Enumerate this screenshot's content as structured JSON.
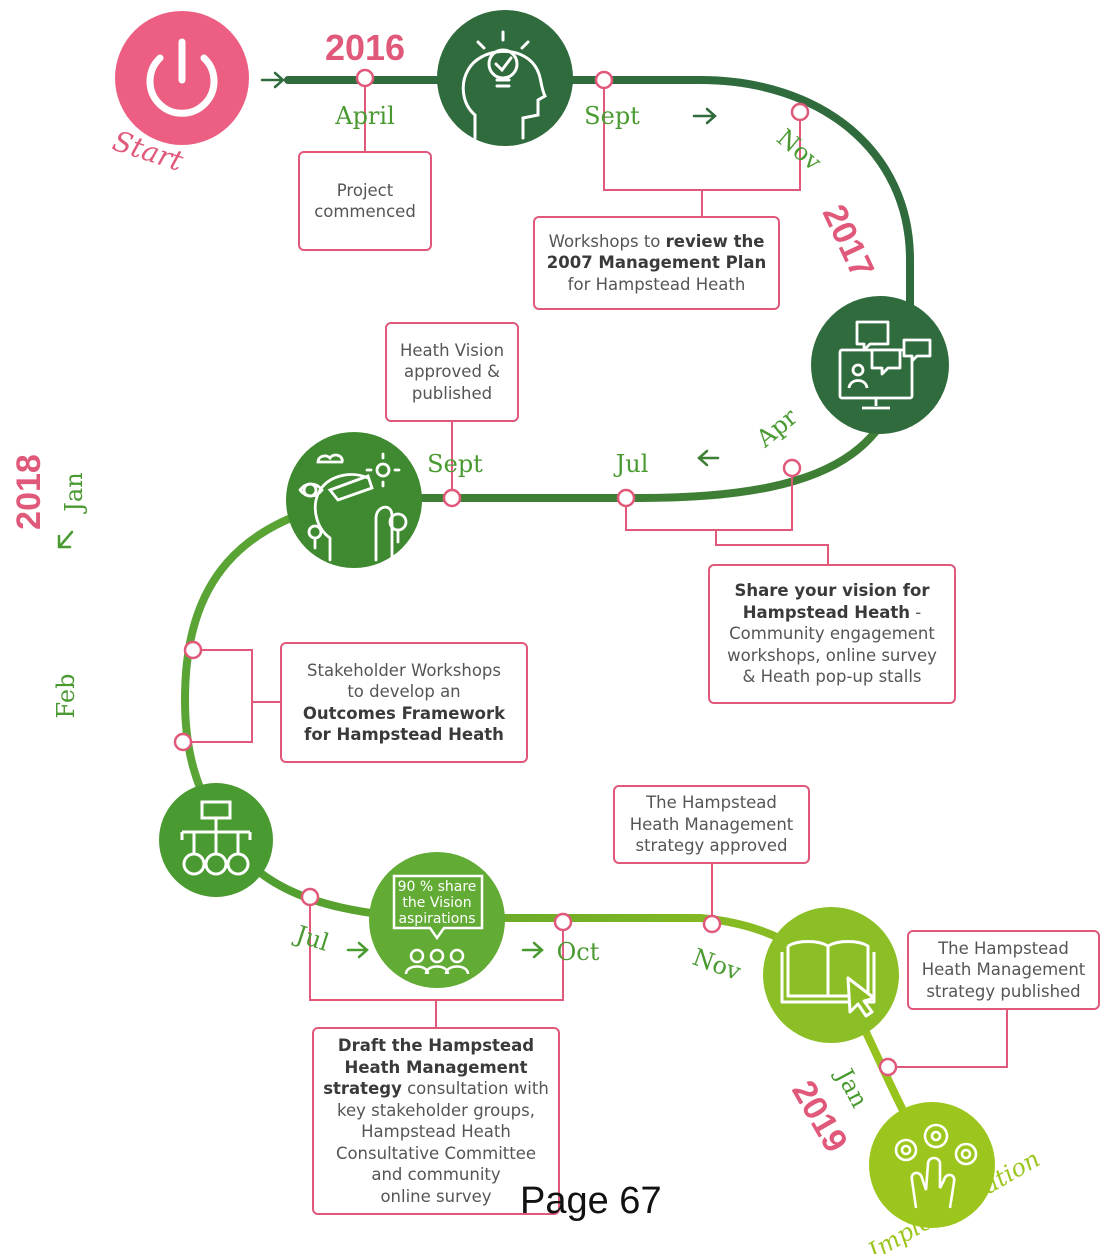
{
  "milestones": {
    "start": "Start",
    "implementation": "Implementation"
  },
  "years": [
    "2016",
    "2017",
    "2018",
    "2019"
  ],
  "months": {
    "april_2016": "April",
    "sept_2016": "Sept",
    "nov_2016": "Nov",
    "apr_2017": "Apr",
    "jul_2017": "Jul",
    "sept_2017": "Sept",
    "jan_2018": "Jan",
    "feb_2018": "Feb",
    "jul_2018": "Jul",
    "oct_2018": "Oct",
    "nov_2018": "Nov",
    "jan_2019": "Jan"
  },
  "vision_badge": [
    "90 % share",
    "the Vision",
    "aspirations"
  ],
  "boxes": {
    "project_commenced": {
      "line1": "Project",
      "line2": "commenced"
    },
    "workshops_review": {
      "pre": "Workshops to ",
      "bold1": "review the",
      "bold2": "2007 Management Plan",
      "post": "for Hampstead Heath"
    },
    "vision_approved": {
      "line1": "Heath Vision",
      "line2": "approved &",
      "line3": "published"
    },
    "share_vision": {
      "bold1": "Share your vision for",
      "bold2": "Hampstead Heath",
      "dash": " -",
      "line3": "Community engagement",
      "line4": "workshops, online survey",
      "line5": "& Heath pop-up stalls"
    },
    "stakeholder_workshops": {
      "line1": "Stakeholder Workshops",
      "line2": "to develop an",
      "bold1": "Outcomes Framework",
      "bold2": "for Hampstead Heath"
    },
    "strategy_approved": {
      "line1": "The Hampstead",
      "line2": "Heath Management",
      "line3": "strategy approved"
    },
    "strategy_published": {
      "line1": "The Hampstead",
      "line2": "Heath Management",
      "line3": "strategy published"
    },
    "draft_strategy": {
      "bold1": "Draft the Hampstead",
      "bold2": "Heath Management",
      "bold3": "strategy",
      "line3": " consultation with",
      "line4": "key stakeholder groups,",
      "line5": "Hampstead Heath",
      "line6": "Consultative Committee",
      "line7": "and community",
      "line8": "online survey"
    }
  },
  "page_label": "Page 67",
  "colors": {
    "pink": "#e0587a",
    "dark_green": "#2f6b3c",
    "mid_green": "#4a9a32",
    "light_green": "#8cbf26",
    "lime": "#9cc61d"
  },
  "icons": [
    "power-icon",
    "lightbulb-head-icon",
    "chat-screen-icon",
    "vision-head-icon",
    "org-chart-icon",
    "people-speech-icon",
    "book-cursor-icon",
    "gears-hand-icon"
  ]
}
